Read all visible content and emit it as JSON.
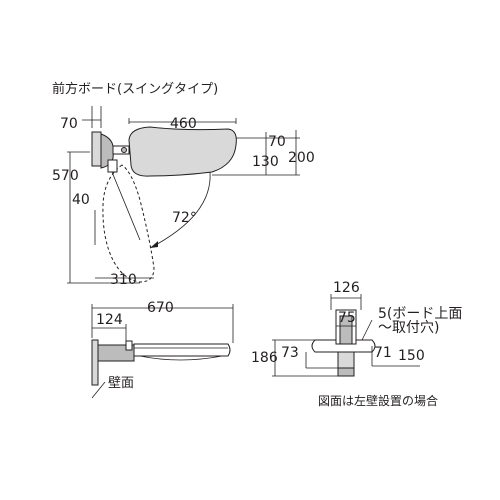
{
  "title": "前方ボード(スイングタイプ)",
  "top_view": {
    "dims": {
      "wall_offset": "70",
      "board_width": "460",
      "right_offset": "70",
      "right_inner": "130",
      "right_outer": "200",
      "total_height": "570",
      "swing_offset": "40",
      "angle": "72°",
      "swing_depth": "310"
    }
  },
  "side_view": {
    "dims": {
      "total_length": "670",
      "bracket": "124"
    },
    "wall_label": "壁面"
  },
  "front_view": {
    "dims": {
      "width": "126",
      "inner": "75",
      "hole_note_line1": "5(ボード上面",
      "hole_note_line2": "～取付穴)",
      "height": "186",
      "left": "73",
      "right": "71",
      "right_total": "150"
    }
  },
  "footnote": "図面は左壁設置の場合"
}
